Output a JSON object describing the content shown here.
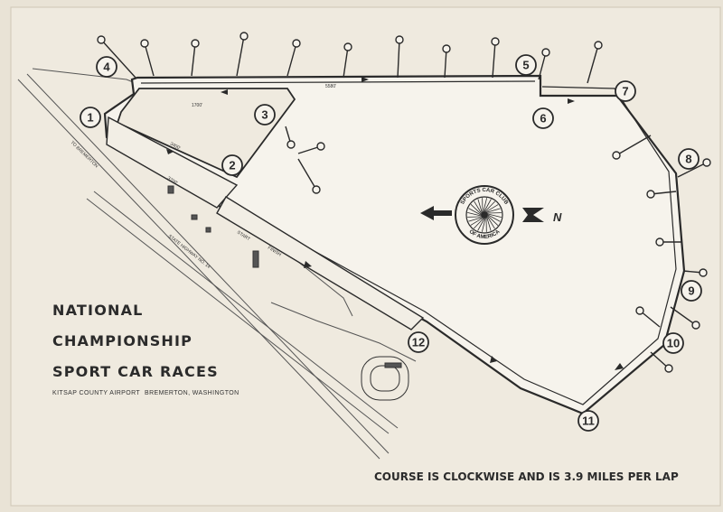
{
  "title": {
    "line1": "NATIONAL",
    "line2": "CHAMPIONSHIP",
    "line3": "SPORT CAR RACES"
  },
  "subtitle": {
    "location": "KITSAP COUNTY AIRPORT",
    "city": "BREMERTON, WASHINGTON"
  },
  "course_note": "COURSE IS CLOCKWISE AND IS 3.9 MILES PER LAP",
  "emblem": {
    "text_top": "SPORTS CAR CLUB",
    "text_bottom": "OF AMERICA"
  },
  "compass": {
    "north_label": "N"
  },
  "turns": [
    "1",
    "2",
    "3",
    "4",
    "5",
    "6",
    "7",
    "8",
    "9",
    "10",
    "11",
    "12"
  ],
  "track_labels": {
    "start": "START",
    "finish": "FINISH",
    "dist_a": "1700'",
    "dist_b": "5580'",
    "dist_c": "3400'",
    "dist_d": "3700'"
  },
  "road_labels": {
    "road_a": "TO BREMERTON",
    "road_b": "STATE HIGHWAY NO. 14"
  },
  "colors": {
    "paper": "#e9e3d6",
    "ink": "#2a2a2a",
    "track_fill": "#f6f3ec"
  }
}
